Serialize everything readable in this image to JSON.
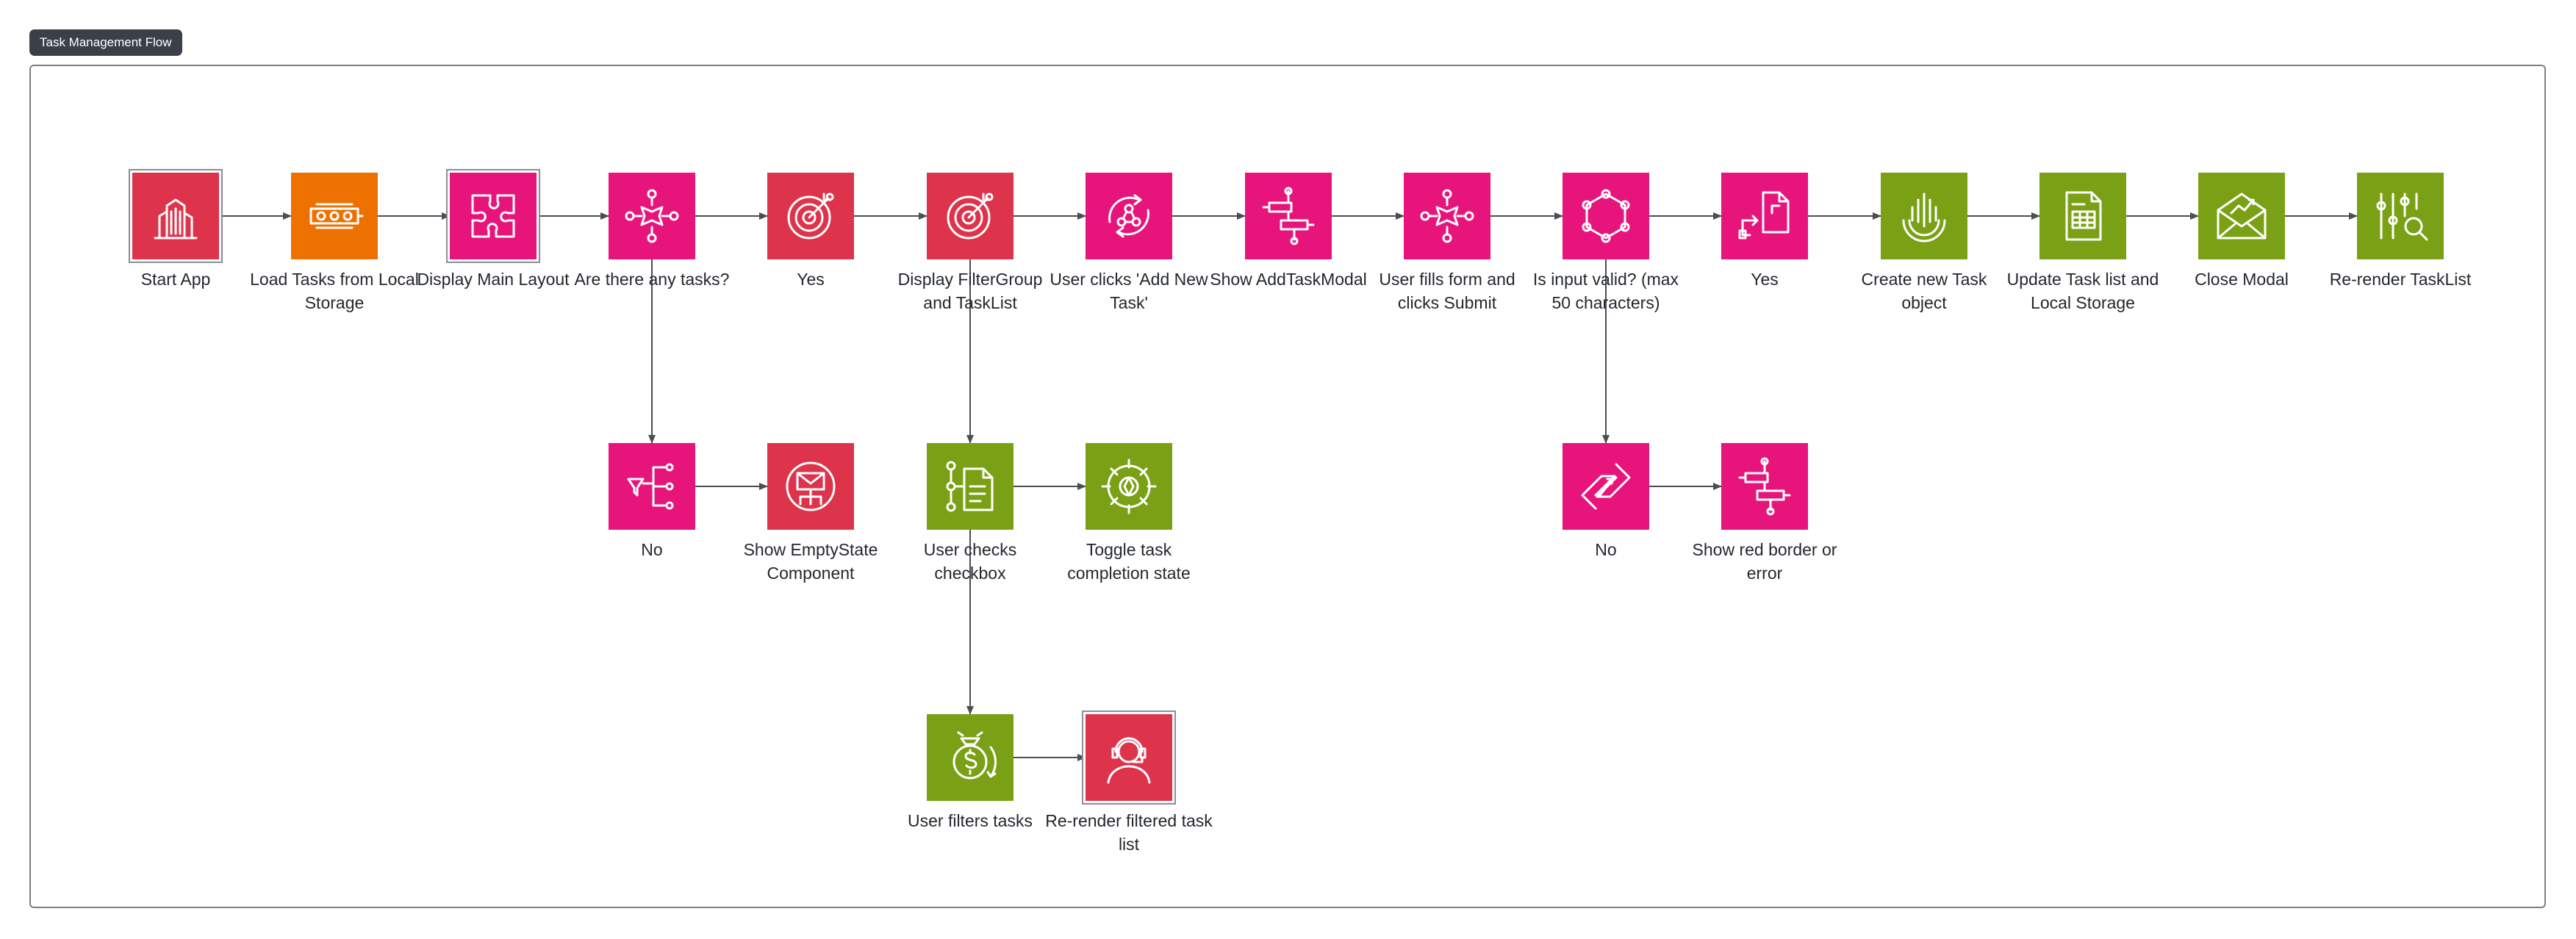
{
  "title": "Task Management Flow",
  "colors": {
    "red": "#dd344c",
    "pink": "#e7157b",
    "orange": "#ed7100",
    "green": "#7aa116",
    "edge": "#4a4f55",
    "frame": "#7b8087"
  },
  "nodes": {
    "start_app": {
      "label": "Start App",
      "color": "red",
      "icon": "city-buildings-icon"
    },
    "load_tasks": {
      "label": "Load Tasks from Local Storage",
      "color": "orange",
      "icon": "storage-drive-icon"
    },
    "display_layout": {
      "label": "Display Main Layout",
      "color": "pink",
      "icon": "puzzle-icon"
    },
    "any_tasks": {
      "label": "Are there any tasks?",
      "color": "pink",
      "icon": "event-router-icon"
    },
    "yes_1": {
      "label": "Yes",
      "color": "red",
      "icon": "target-icon"
    },
    "display_filter": {
      "label": "Display FilterGroup and TaskList",
      "color": "red",
      "icon": "target-icon"
    },
    "add_task_click": {
      "label": "User clicks 'Add New Task'",
      "color": "pink",
      "icon": "cycle-nodes-icon"
    },
    "show_modal": {
      "label": "Show AddTaskModal",
      "color": "pink",
      "icon": "step-workflow-icon"
    },
    "fill_form": {
      "label": "User fills form and clicks Submit",
      "color": "pink",
      "icon": "event-router-icon"
    },
    "input_valid": {
      "label": "Is input valid? (max 50 characters)",
      "color": "pink",
      "icon": "hexagon-network-icon"
    },
    "yes_2": {
      "label": "Yes",
      "color": "pink",
      "icon": "document-flow-icon"
    },
    "create_task": {
      "label": "Create new Task object",
      "color": "green",
      "icon": "sensor-icon"
    },
    "update_list": {
      "label": "Update Task list and Local Storage",
      "color": "green",
      "icon": "spreadsheet-doc-icon"
    },
    "close_modal": {
      "label": "Close Modal",
      "color": "green",
      "icon": "mail-chart-icon"
    },
    "rerender_list": {
      "label": "Re-render TaskList",
      "color": "green",
      "icon": "sliders-search-icon"
    },
    "no_1": {
      "label": "No",
      "color": "pink",
      "icon": "filter-branch-icon"
    },
    "show_empty": {
      "label": "Show EmptyState Component",
      "color": "red",
      "icon": "mail-hub-icon"
    },
    "check_checkbox": {
      "label": "User checks checkbox",
      "color": "green",
      "icon": "tree-document-icon"
    },
    "toggle_state": {
      "label": "Toggle task completion state",
      "color": "green",
      "icon": "compass-icon"
    },
    "no_2": {
      "label": "No",
      "color": "pink",
      "icon": "link-swap-icon"
    },
    "show_error": {
      "label": "Show red border or error",
      "color": "pink",
      "icon": "step-workflow-icon"
    },
    "filter_tasks": {
      "label": "User filters tasks",
      "color": "green",
      "icon": "money-cycle-icon"
    },
    "rerender_filtered": {
      "label": "Re-render filtered task list",
      "color": "red",
      "icon": "support-agent-icon"
    }
  },
  "edges": [
    [
      "start_app",
      "load_tasks"
    ],
    [
      "load_tasks",
      "display_layout"
    ],
    [
      "display_layout",
      "any_tasks"
    ],
    [
      "any_tasks",
      "yes_1"
    ],
    [
      "yes_1",
      "display_filter"
    ],
    [
      "display_filter",
      "add_task_click"
    ],
    [
      "add_task_click",
      "show_modal"
    ],
    [
      "show_modal",
      "fill_form"
    ],
    [
      "fill_form",
      "input_valid"
    ],
    [
      "input_valid",
      "yes_2"
    ],
    [
      "yes_2",
      "create_task"
    ],
    [
      "create_task",
      "update_list"
    ],
    [
      "update_list",
      "close_modal"
    ],
    [
      "close_modal",
      "rerender_list"
    ],
    [
      "any_tasks",
      "no_1"
    ],
    [
      "no_1",
      "show_empty"
    ],
    [
      "display_filter",
      "check_checkbox"
    ],
    [
      "check_checkbox",
      "toggle_state"
    ],
    [
      "display_filter",
      "filter_tasks"
    ],
    [
      "filter_tasks",
      "rerender_filtered"
    ],
    [
      "input_valid",
      "no_2"
    ],
    [
      "no_2",
      "show_error"
    ]
  ]
}
